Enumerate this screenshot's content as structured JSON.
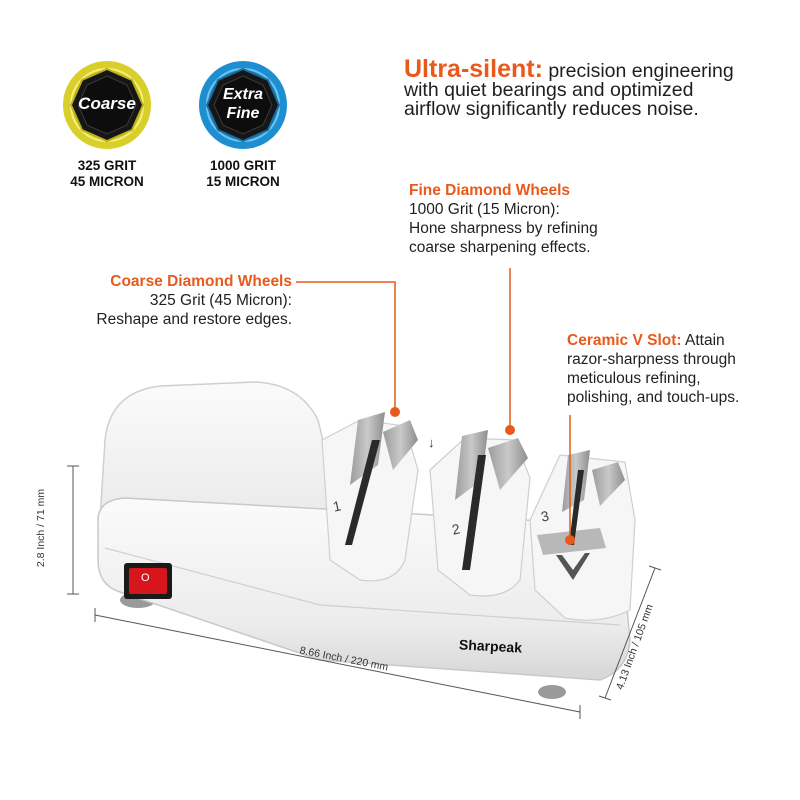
{
  "badges": [
    {
      "line1": "Coarse",
      "line2": "",
      "grit": "325 GRIT",
      "micron": "45 MICRON",
      "ring": "#d8cf2a",
      "core": "#111111"
    },
    {
      "line1": "Extra",
      "line2": "Fine",
      "grit": "1000 GRIT",
      "micron": "15 MICRON",
      "ring": "#1d8fd0",
      "core": "#111111"
    }
  ],
  "headline": {
    "accent": "Ultra-silent:",
    "text1": " precision engineering",
    "text2": "with quiet bearings and optimized",
    "text3": "airflow significantly reduces noise.",
    "accent_color": "#e85a1b"
  },
  "callouts": {
    "fine": {
      "title": "Fine Diamond Wheels",
      "line1": "1000 Grit (15 Micron):",
      "line2": "Hone sharpness by refining",
      "line3": "coarse sharpening effects."
    },
    "coarse": {
      "title": "Coarse Diamond Wheels",
      "line1": "325 Grit (45 Micron):",
      "line2": "Reshape and restore edges."
    },
    "ceramic": {
      "title": "Ceramic V Slot:",
      "line1": " Attain",
      "line2": "razor-sharpness through",
      "line3": "meticulous refining,",
      "line4": "polishing, and touch-ups."
    }
  },
  "product": {
    "brand": "Sharpeak",
    "slot_numbers": [
      "1",
      "2",
      "3"
    ],
    "arrow_mark": "↓",
    "switch_mark": "O"
  },
  "dimensions": {
    "height": "2.8 Inch / 71 mm",
    "length": "8.66 Inch / 220 mm",
    "depth": "4.13 Inch / 105 mm"
  }
}
